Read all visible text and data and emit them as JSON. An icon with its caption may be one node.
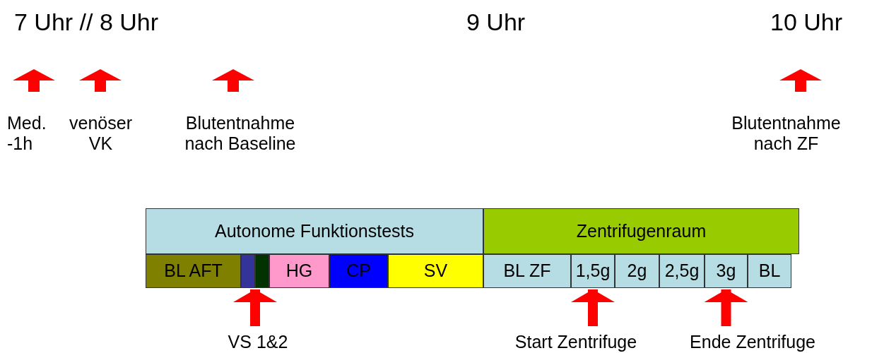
{
  "diagram": {
    "nodes": [
      {
        "text": [
          "Autonome Funktionstests"
        ]
      },
      {
        "text": [
          "Zentrifugenraum"
        ]
      },
      {
        "text": [
          "BL AFT"
        ]
      },
      {
        "text": [],
        "shape": "box"
      },
      {
        "text": [],
        "shape": "box"
      },
      {
        "text": [
          "HG"
        ]
      },
      {
        "text": [
          "CP"
        ]
      },
      {
        "text": [
          "SV"
        ]
      },
      {
        "text": [
          "BL ZF"
        ]
      },
      {
        "text": [
          "1,5g"
        ]
      },
      {
        "text": [
          "2g"
        ]
      },
      {
        "text": [
          "2,5g"
        ]
      },
      {
        "text": [
          "3g"
        ]
      },
      {
        "text": [
          "BL"
        ]
      },
      {
        "text": [
          "VS 1&2"
        ]
      },
      {
        "text": [
          "Start Zentrifuge"
        ]
      },
      {
        "text": [
          "Ende Zentrifuge"
        ]
      }
    ],
    "edges": [
      {
        "from": 14,
        "to": 3,
        "arrow": "to"
      },
      {
        "from": 14,
        "to": 4,
        "arrow": "to"
      },
      {
        "from": 15,
        "to": 9,
        "arrow": "to"
      },
      {
        "from": 16,
        "to": 12,
        "arrow": "to"
      }
    ],
    "labels": [
      "7 Uhr // 8 Uhr",
      "9 Uhr",
      "10 Uhr",
      "Med. -1h",
      "venöser VK",
      "Blutentnahme nach Baseline",
      "Blutentnahme nach ZF"
    ]
  }
}
